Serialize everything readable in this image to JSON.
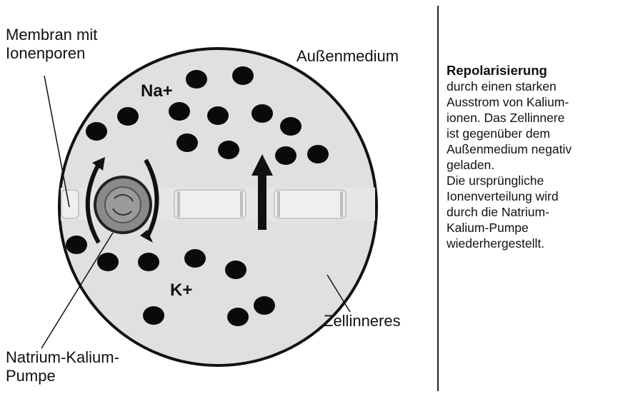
{
  "labels": {
    "membrane": [
      "Membran mit",
      "Ionenporen"
    ],
    "outside": "Außenmedium",
    "na": "Na+",
    "k": "K+",
    "inside": "Zellinneres",
    "pump": [
      "Natrium-Kalium-",
      "Pumpe"
    ]
  },
  "side_text": {
    "title": "Repolarisierung",
    "para1": [
      "durch einen starken",
      "Ausstrom von Kalium-",
      "ionen. Das Zellinnere",
      "ist gegenüber dem",
      "Außenmedium negativ",
      "geladen."
    ],
    "para2": [
      "Die ursprüngliche",
      "Ionenverteilung wird",
      "durch die Natrium-",
      "Kalium-Pumpe",
      "wiederhergestellt."
    ]
  },
  "colors": {
    "cell_fill": "#e0e0e0",
    "outline": "#111111",
    "ion": "#0a0a0a",
    "channel": "#ececec",
    "pump": "#8a8a8a"
  }
}
